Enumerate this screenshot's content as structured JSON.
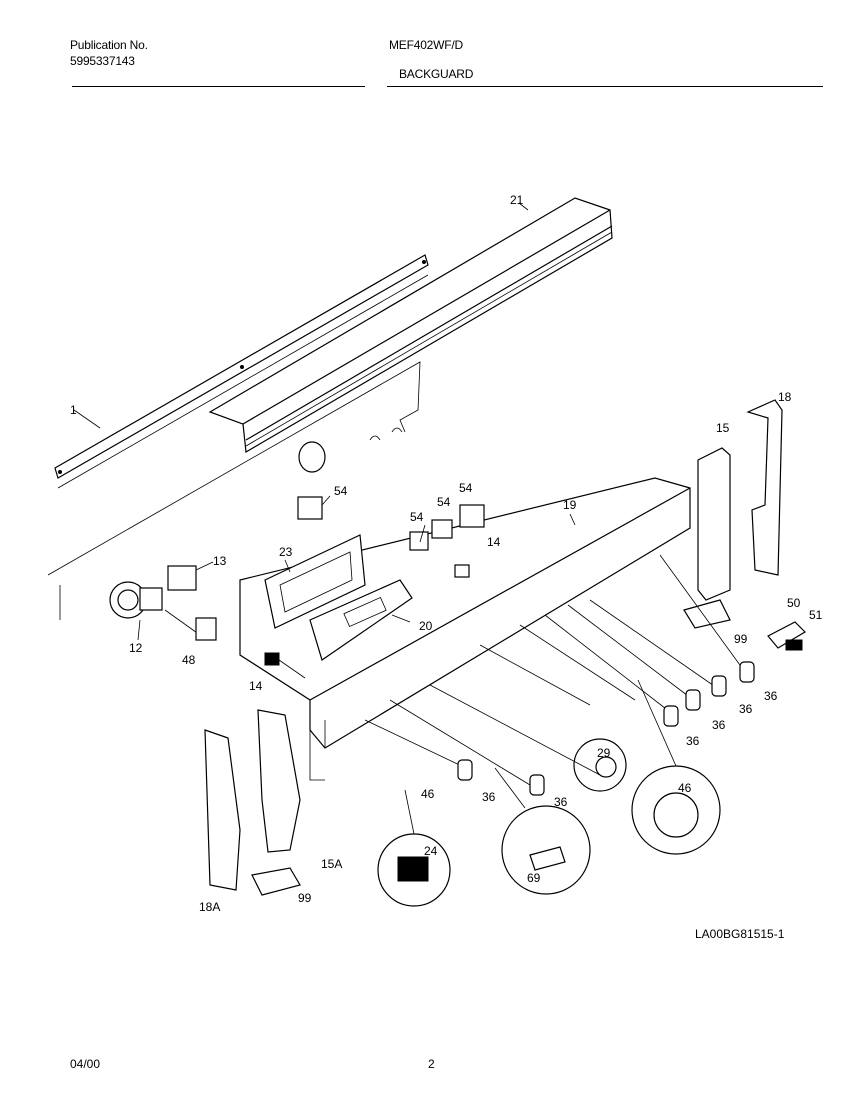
{
  "header": {
    "publication_label": "Publication No.",
    "publication_number": "5995337143",
    "model": "MEF402WF/D",
    "section": "BACKGUARD"
  },
  "parts": {
    "p1": "1",
    "p21": "21",
    "p18": "18",
    "p15": "15",
    "p19": "19",
    "p54a": "54",
    "p54b": "54",
    "p54c": "54",
    "p54d": "54",
    "p13": "13",
    "p23": "23",
    "p14a": "14",
    "p14b": "14",
    "p12": "12",
    "p48": "48",
    "p20": "20",
    "p50": "50",
    "p51": "51",
    "p99a": "99",
    "p99b": "99",
    "p36a": "36",
    "p36b": "36",
    "p36c": "36",
    "p36d": "36",
    "p36e": "36",
    "p36f": "36",
    "p29": "29",
    "p46a": "46",
    "p46b": "46",
    "p24": "24",
    "p69": "69",
    "p15a": "15A",
    "p18a": "18A"
  },
  "diagram_code": "LA00BG81515-1",
  "footer": {
    "date": "04/00",
    "page": "2"
  }
}
